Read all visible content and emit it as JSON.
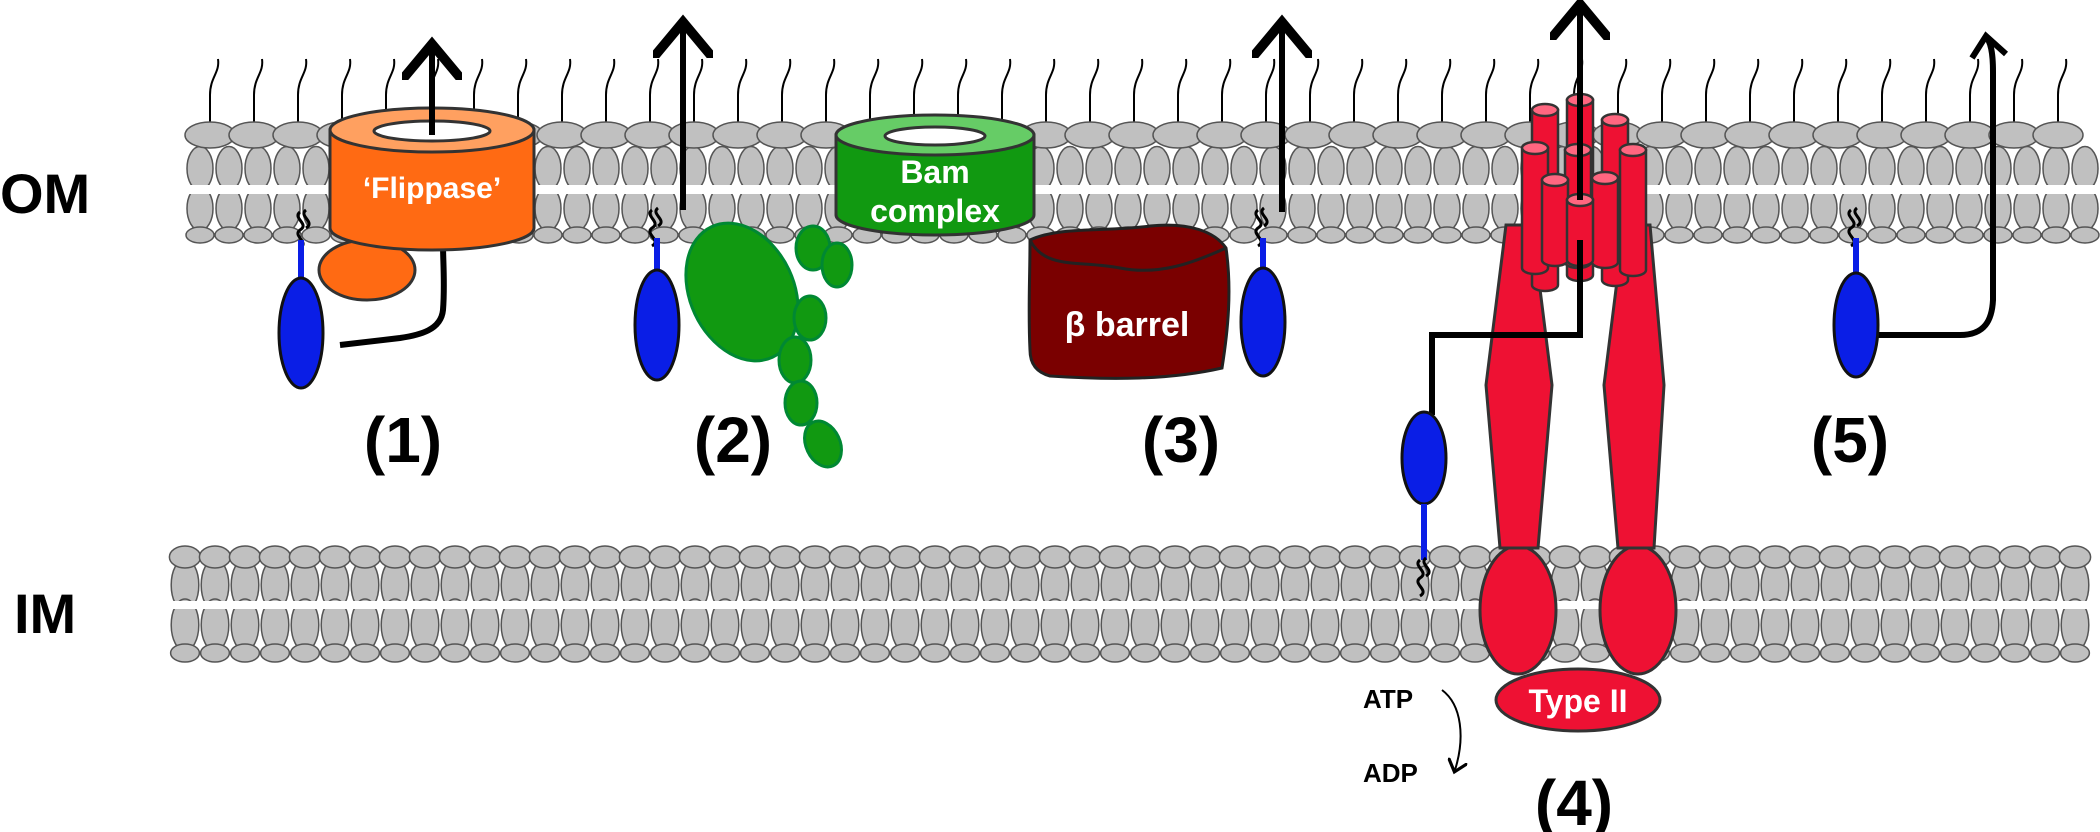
{
  "membranes": {
    "outer": "OM",
    "inner": "IM"
  },
  "pathways": [
    {
      "id": "1",
      "label": "(1)",
      "components": [
        "‘Flippase’"
      ]
    },
    {
      "id": "2",
      "label": "(2)",
      "components": [
        "Bam",
        "complex"
      ]
    },
    {
      "id": "3",
      "label": "(3)",
      "components": [
        "β barrel"
      ]
    },
    {
      "id": "4",
      "label": "(4)",
      "components": [
        "Type II"
      ]
    },
    {
      "id": "5",
      "label": "(5)",
      "components": []
    }
  ],
  "flippase_label": "‘Flippase’",
  "bam_label_line1": "Bam",
  "bam_label_line2": "complex",
  "barrel_label": "β barrel",
  "type2_label": "Type II",
  "atp_label": "ATP",
  "adp_label": "ADP",
  "colors": {
    "lipid_head": "#c0c0c0",
    "lipid_outline": "#555555",
    "flippase": "#ff6a13",
    "bam": "#119911",
    "bam_top": "#66cc66",
    "barrel": "#7a0000",
    "lipoprotein": "#0a1ee6",
    "type2": "#ee1133",
    "type2_top": "#ff6680",
    "arrow": "#000000"
  }
}
